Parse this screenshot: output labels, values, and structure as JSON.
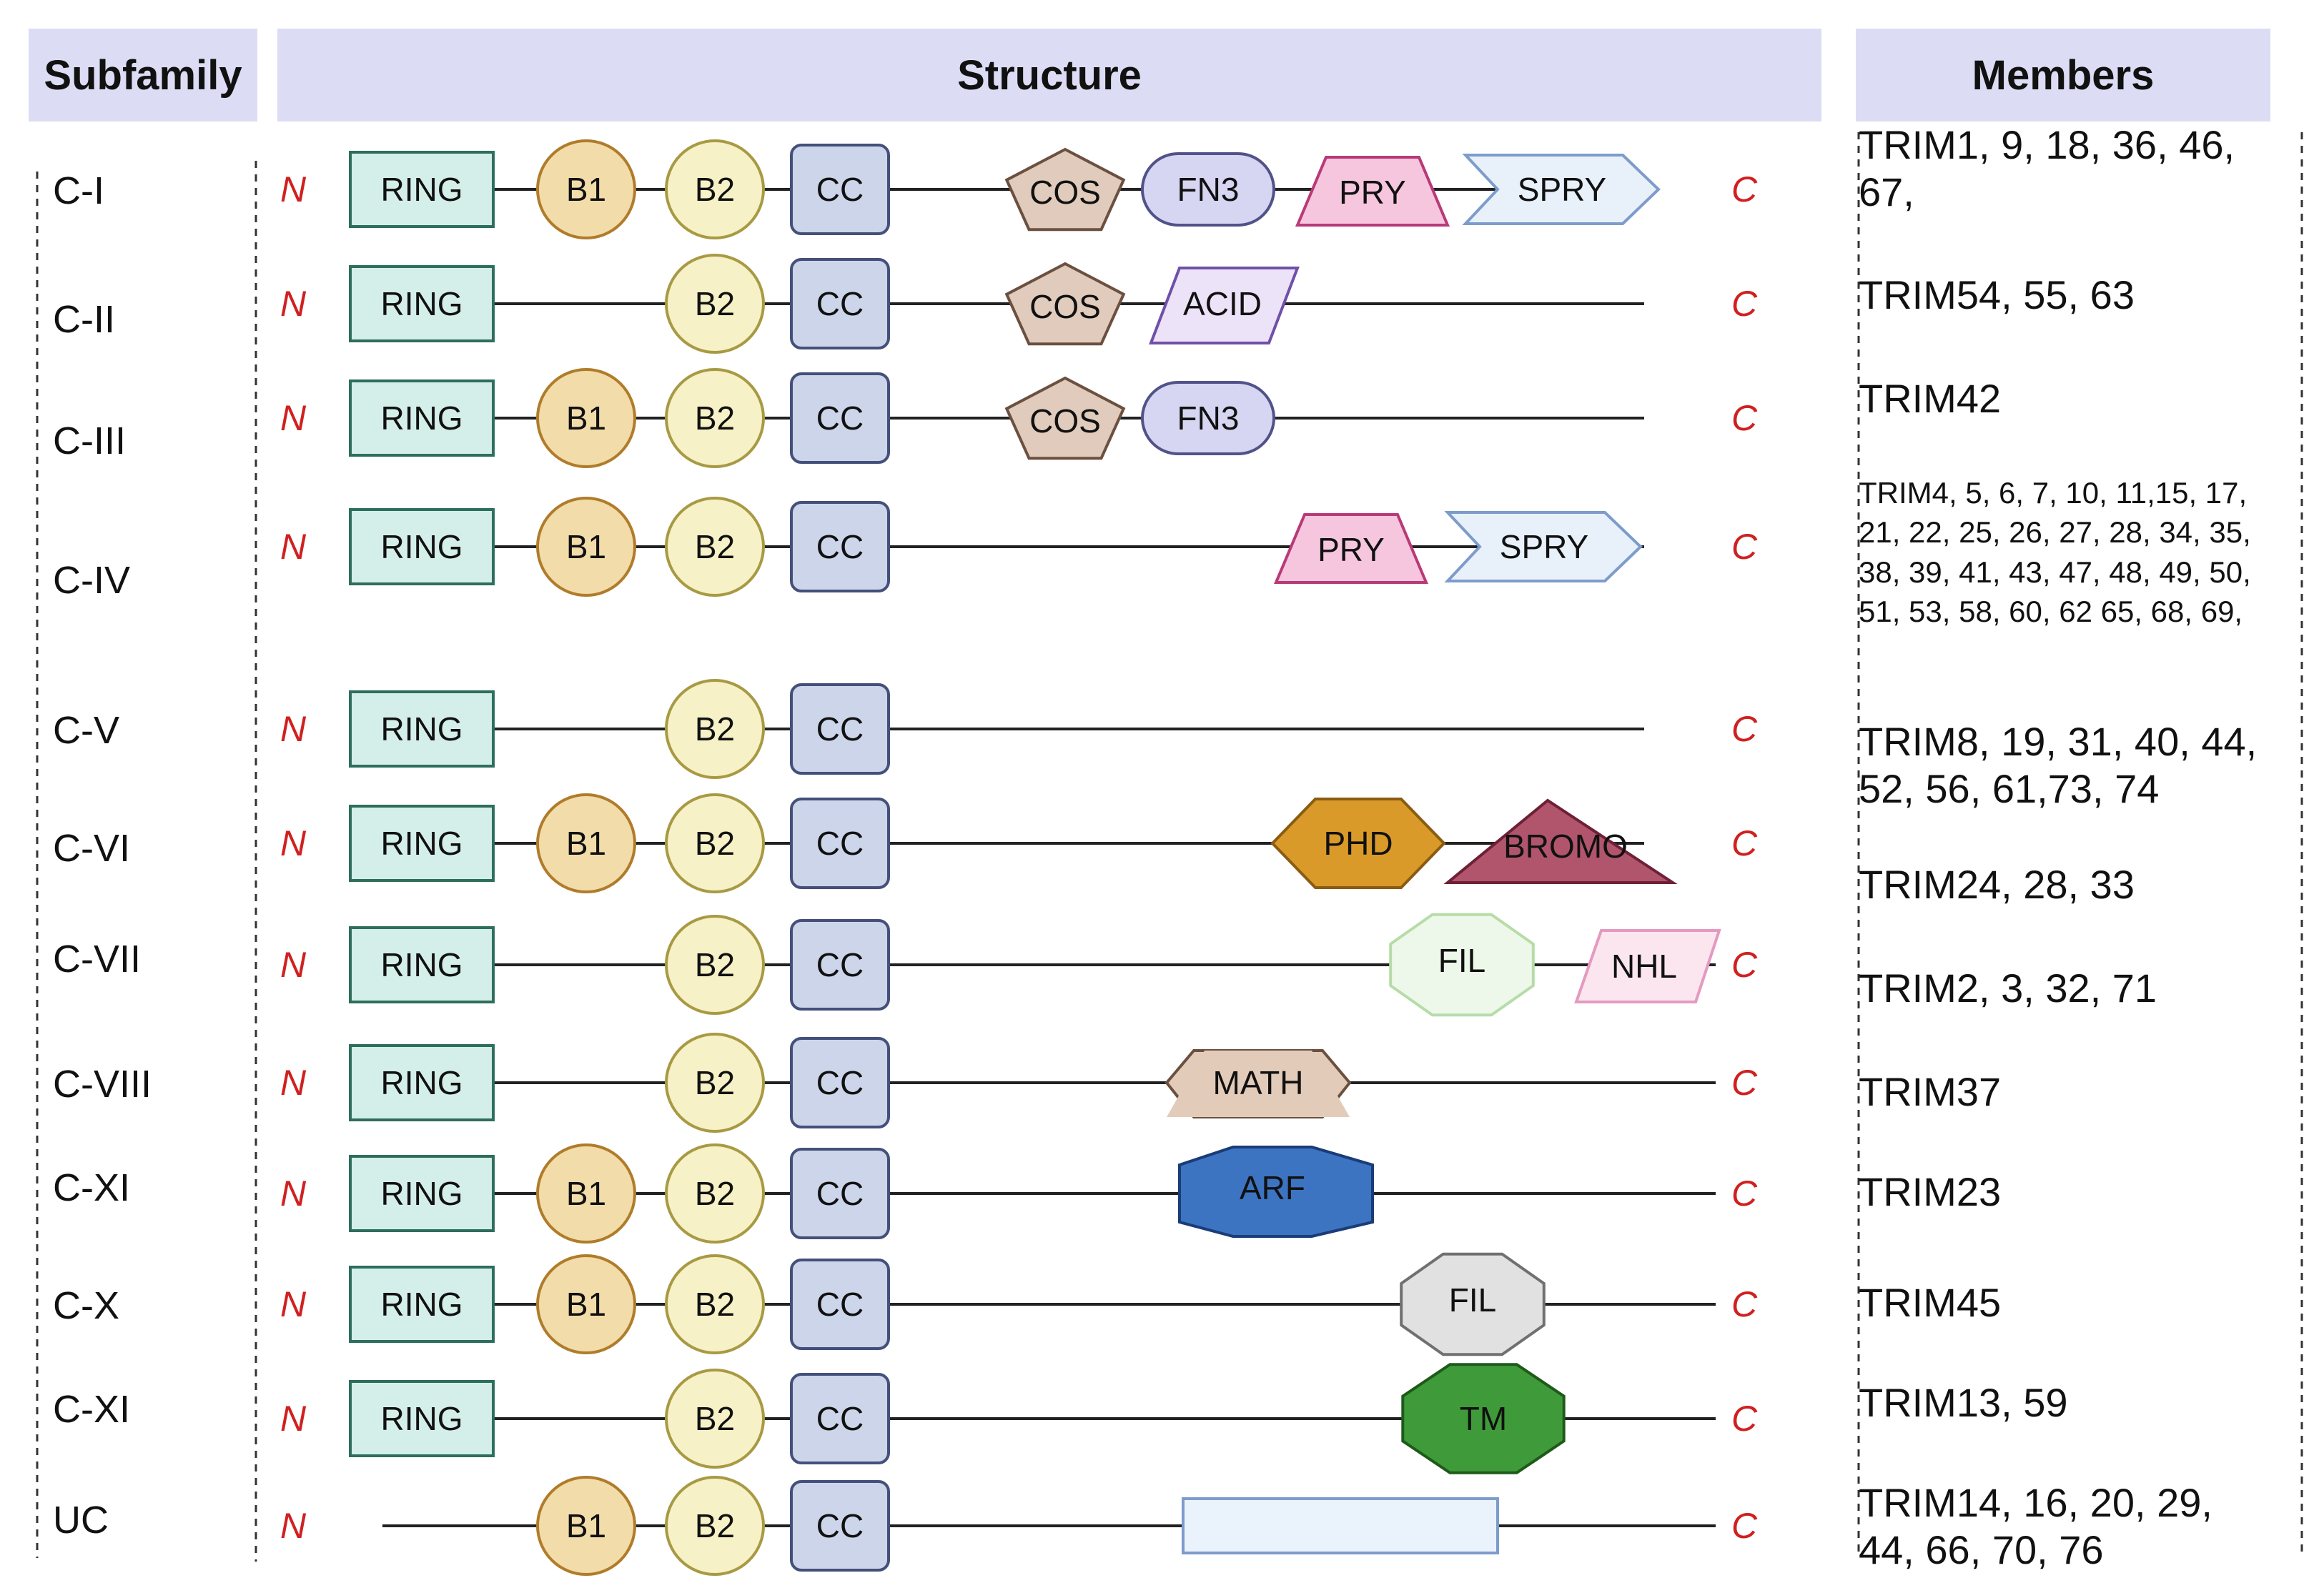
{
  "headers": {
    "subfamily": "Subfamily",
    "structure": "Structure",
    "members": "Members"
  },
  "terminal_labels": {
    "n": "N",
    "c": "C"
  },
  "colors": {
    "RING": "#d4efe9",
    "B1": "#f2dcaa",
    "B2": "#f6f1c6",
    "CC": "#cdd5ea",
    "COS": "#e0cbbd",
    "FN3": "#d6d6f2",
    "PRY": "#f6c6de",
    "SPRY": "#e8f0fa",
    "ACID": "#ece3f8",
    "PHD": "#d99a2a",
    "BROMO": "#b1556d",
    "FIL": "#edf8ea",
    "NHL": "#fbe6ef",
    "MATH": "#e3cbba",
    "ARF": "#3c74c2",
    "FIL_gray": "#e1e1e1",
    "TM": "#3f9b3a",
    "UC_box": "#eaf2fb",
    "header_bg": "#dcdcf5"
  },
  "rows": [
    {
      "subfamily": "C-I",
      "members": "TRIM1, 9, 18, 36, 46,\n67,",
      "domains": [
        {
          "type": "RING",
          "label": "RING"
        },
        {
          "type": "B1",
          "label": "B1"
        },
        {
          "type": "B2",
          "label": "B2"
        },
        {
          "type": "CC",
          "label": "CC"
        },
        {
          "type": "COS",
          "label": "COS"
        },
        {
          "type": "FN3",
          "label": "FN3"
        },
        {
          "type": "PRY",
          "label": "PRY"
        },
        {
          "type": "SPRY",
          "label": "SPRY"
        }
      ]
    },
    {
      "subfamily": "C-II",
      "members": "TRIM54, 55, 63",
      "domains": [
        {
          "type": "RING",
          "label": "RING"
        },
        {
          "type": "B2",
          "label": "B2"
        },
        {
          "type": "CC",
          "label": "CC"
        },
        {
          "type": "COS",
          "label": "COS"
        },
        {
          "type": "ACID",
          "label": "ACID"
        }
      ]
    },
    {
      "subfamily": "C-III",
      "members": "TRIM42",
      "domains": [
        {
          "type": "RING",
          "label": "RING"
        },
        {
          "type": "B1",
          "label": "B1"
        },
        {
          "type": "B2",
          "label": "B2"
        },
        {
          "type": "CC",
          "label": "CC"
        },
        {
          "type": "COS",
          "label": "COS"
        },
        {
          "type": "FN3",
          "label": "FN3"
        }
      ]
    },
    {
      "subfamily": "C-IV",
      "members": "TRIM4, 5, 6, 7, 10, 11,15, 17,\n21, 22, 25, 26, 27, 28, 34, 35,\n38, 39, 41, 43, 47, 48, 49, 50,\n51, 53, 58, 60, 62 65, 68, 69,",
      "domains": [
        {
          "type": "RING",
          "label": "RING"
        },
        {
          "type": "B1",
          "label": "B1"
        },
        {
          "type": "B2",
          "label": "B2"
        },
        {
          "type": "CC",
          "label": "CC"
        },
        {
          "type": "PRY",
          "label": "PRY"
        },
        {
          "type": "SPRY",
          "label": "SPRY"
        }
      ]
    },
    {
      "subfamily": "C-V",
      "members": "TRIM8, 19, 31, 40, 44,\n52, 56, 61,73, 74",
      "domains": [
        {
          "type": "RING",
          "label": "RING"
        },
        {
          "type": "B2",
          "label": "B2"
        },
        {
          "type": "CC",
          "label": "CC"
        }
      ]
    },
    {
      "subfamily": "C-VI",
      "members": "TRIM24, 28, 33",
      "domains": [
        {
          "type": "RING",
          "label": "RING"
        },
        {
          "type": "B1",
          "label": "B1"
        },
        {
          "type": "B2",
          "label": "B2"
        },
        {
          "type": "CC",
          "label": "CC"
        },
        {
          "type": "PHD",
          "label": "PHD"
        },
        {
          "type": "BROMO",
          "label": "BROMO"
        }
      ]
    },
    {
      "subfamily": "C-VII",
      "members": "TRIM2, 3, 32, 71",
      "domains": [
        {
          "type": "RING",
          "label": "RING"
        },
        {
          "type": "B2",
          "label": "B2"
        },
        {
          "type": "CC",
          "label": "CC"
        },
        {
          "type": "FIL",
          "label": "FIL"
        },
        {
          "type": "NHL",
          "label": "NHL"
        }
      ]
    },
    {
      "subfamily": "C-VIII",
      "members": "TRIM37",
      "domains": [
        {
          "type": "RING",
          "label": "RING"
        },
        {
          "type": "B2",
          "label": "B2"
        },
        {
          "type": "CC",
          "label": "CC"
        },
        {
          "type": "MATH",
          "label": "MATH"
        }
      ]
    },
    {
      "subfamily": "C-XI",
      "members": "TRIM23",
      "domains": [
        {
          "type": "RING",
          "label": "RING"
        },
        {
          "type": "B1",
          "label": "B1"
        },
        {
          "type": "B2",
          "label": "B2"
        },
        {
          "type": "CC",
          "label": "CC"
        },
        {
          "type": "ARF",
          "label": "ARF"
        }
      ]
    },
    {
      "subfamily": "C-X",
      "members": "TRIM45",
      "domains": [
        {
          "type": "RING",
          "label": "RING"
        },
        {
          "type": "B1",
          "label": "B1"
        },
        {
          "type": "B2",
          "label": "B2"
        },
        {
          "type": "CC",
          "label": "CC"
        },
        {
          "type": "FIL_gray",
          "label": "FIL"
        }
      ]
    },
    {
      "subfamily": "C-XI",
      "members": "TRIM13, 59",
      "domains": [
        {
          "type": "RING",
          "label": "RING"
        },
        {
          "type": "B2",
          "label": "B2"
        },
        {
          "type": "CC",
          "label": "CC"
        },
        {
          "type": "TM",
          "label": "TM"
        }
      ]
    },
    {
      "subfamily": "UC",
      "members": "TRIM14, 16, 20, 29,\n44, 66, 70, 76",
      "domains": [
        {
          "type": "B1",
          "label": "B1"
        },
        {
          "type": "B2",
          "label": "B2"
        },
        {
          "type": "CC",
          "label": "CC"
        },
        {
          "type": "UC_box",
          "label": ""
        }
      ]
    }
  ]
}
